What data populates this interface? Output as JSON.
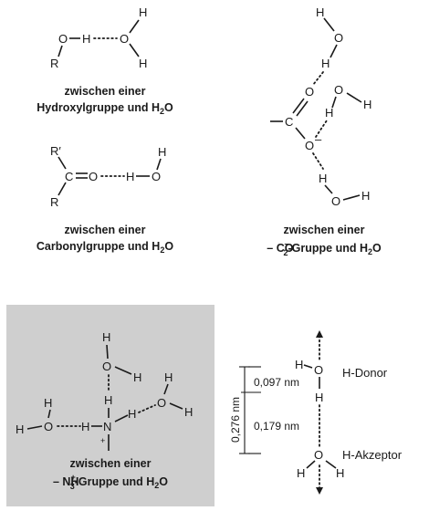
{
  "panels": {
    "hydroxyl": {
      "caption_line1": "zwischen einer",
      "caption_line2": "Hydroxylgruppe und H",
      "caption_sub": "2",
      "caption_end": "O"
    },
    "carbonyl": {
      "caption_line1": "zwischen einer",
      "caption_line2": "Carbonylgruppe und H",
      "caption_sub": "2",
      "caption_end": "O"
    },
    "carboxylate": {
      "caption_line1": "zwischen einer",
      "caption_line2a": "– CO",
      "caption_sup": "–",
      "caption_sub": "2",
      "caption_line2b": "-Gruppe und H",
      "caption_h2o_sub": "2",
      "caption_end": "O"
    },
    "ammonium": {
      "caption_line1": "zwischen einer",
      "caption_line2a": "– NH",
      "caption_sup": "+",
      "caption_sub": "3",
      "caption_line2b": "-Gruppe und H",
      "caption_h2o_sub": "2",
      "caption_end": "O",
      "background": "#cfcfcf"
    }
  },
  "atoms": {
    "O": "O",
    "H": "H",
    "R": "R",
    "R_prime": "R′",
    "C": "C",
    "N": "N",
    "plus": "+",
    "minus": "–"
  },
  "geometry_panel": {
    "total_distance": "0,276 nm",
    "covalent_distance": "0,097 nm",
    "hbond_distance": "0,179 nm",
    "donor_label": "H-Donor",
    "acceptor_label": "H-Akzeptor"
  }
}
